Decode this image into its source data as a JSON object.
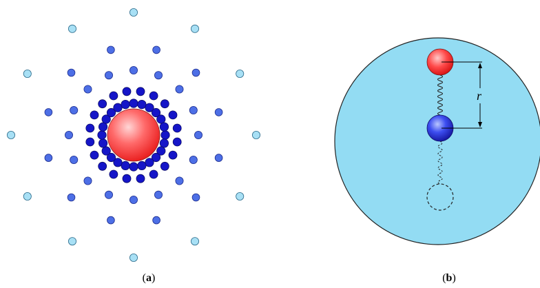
{
  "captions": {
    "a": "a",
    "b": "b",
    "open": "(",
    "close": ")"
  },
  "panel_b": {
    "distance_label": "r"
  },
  "colors": {
    "cation_red": "#ff3a3a",
    "anion_blue_dark": "#1515c8",
    "mid_blue": "#4d6fe6",
    "light_blue": "#a8e0f5",
    "cell_fill": "#93dcf3",
    "outline": "#222222"
  }
}
